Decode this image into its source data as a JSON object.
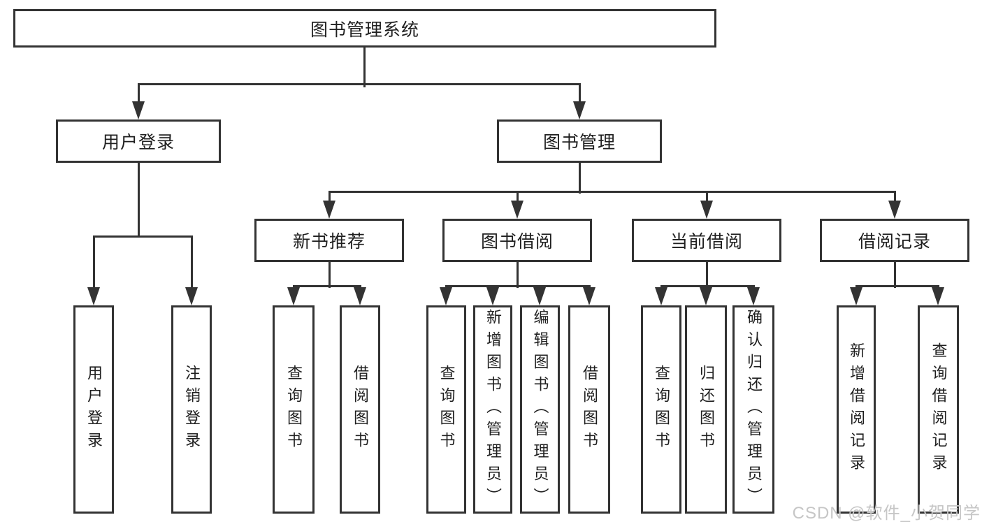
{
  "diagram": {
    "title": "图书管理系统",
    "branches": [
      {
        "label": "用户登录",
        "children": [
          {
            "label": "用户登录"
          },
          {
            "label": "注销登录"
          }
        ]
      },
      {
        "label": "图书管理",
        "children": [
          {
            "label": "新书推荐",
            "children": [
              {
                "label": "查询图书"
              },
              {
                "label": "借阅图书"
              }
            ]
          },
          {
            "label": "图书借阅",
            "children": [
              {
                "label": "查询图书"
              },
              {
                "label": "新增图书（管理员）"
              },
              {
                "label": "编辑图书（管理员）"
              },
              {
                "label": "借阅图书"
              }
            ]
          },
          {
            "label": "当前借阅",
            "children": [
              {
                "label": "查询图书"
              },
              {
                "label": "归还图书"
              },
              {
                "label": "确认归还（管理员）"
              }
            ]
          },
          {
            "label": "借阅记录",
            "children": [
              {
                "label": "新增借阅记录"
              },
              {
                "label": "查询借阅记录"
              }
            ]
          }
        ]
      }
    ]
  },
  "watermark": {
    "text": "CSDN @软件_小贺同学"
  },
  "colors": {
    "line": "#333333",
    "box_border": "#333333",
    "box_fill": "#ffffff",
    "text": "#1f1f1f",
    "watermark": "#c6c6c6"
  }
}
